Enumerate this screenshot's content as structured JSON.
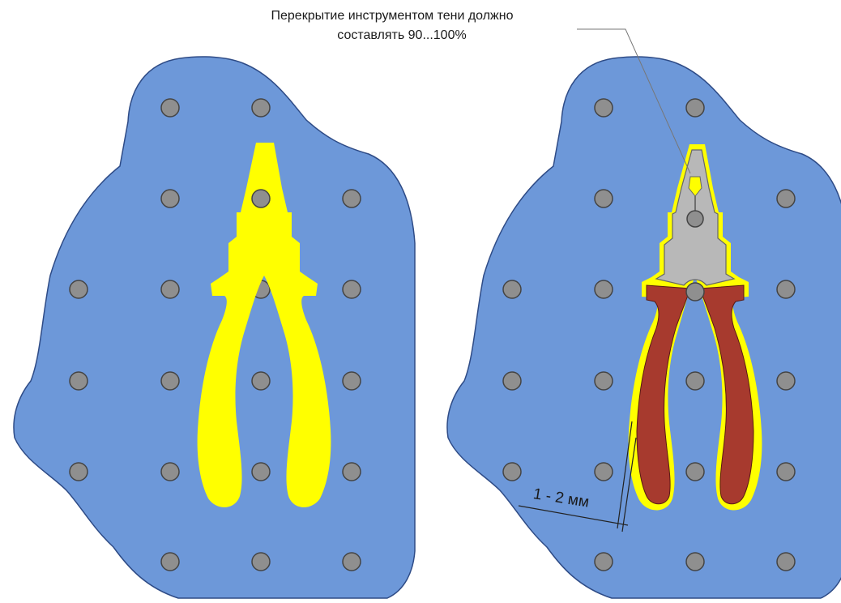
{
  "annotation": {
    "line1": "Перекрытие инструментом тени должно",
    "line2": "составлять 90...100%"
  },
  "dimension_label": "1 - 2 мм",
  "colors": {
    "board": "#6d98d9",
    "board_outline": "#2e4b86",
    "hole": "#8f8f8f",
    "shadow": "#ffff00",
    "handle": "#a73a2e",
    "metal": "#b8b8b8",
    "line": "#333333"
  }
}
